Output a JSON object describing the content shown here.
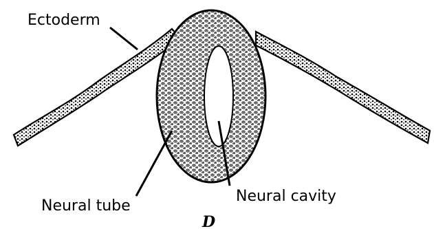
{
  "labels": {
    "ectoderm": "Ectoderm",
    "neural_tube": "Neural tube",
    "neural_cavity": "Neural cavity"
  },
  "panel_letter": "D",
  "colors": {
    "ink": "#000000",
    "background": "#ffffff"
  }
}
